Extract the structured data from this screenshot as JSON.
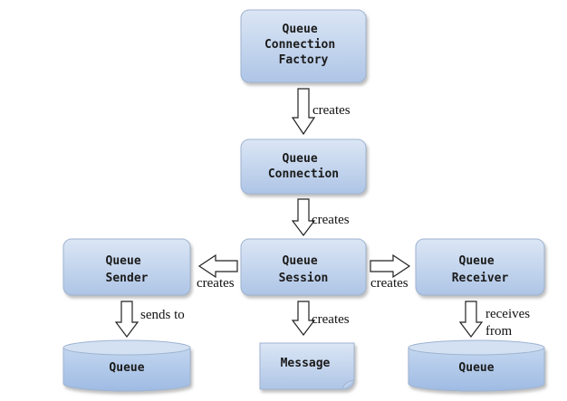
{
  "nodes": {
    "factory": {
      "lines": [
        "Queue",
        "Connection",
        "Factory"
      ]
    },
    "connection": {
      "lines": [
        "Queue",
        "Connection"
      ]
    },
    "session": {
      "lines": [
        "Queue",
        "Session"
      ]
    },
    "sender": {
      "lines": [
        "Queue",
        "Sender"
      ]
    },
    "receiver": {
      "lines": [
        "Queue",
        "Receiver"
      ]
    },
    "queue_left": {
      "lines": [
        "Queue"
      ]
    },
    "message": {
      "lines": [
        "Message"
      ]
    },
    "queue_right": {
      "lines": [
        "Queue"
      ]
    }
  },
  "edges": {
    "factory_to_connection": {
      "label": [
        "creates"
      ]
    },
    "connection_to_session": {
      "label": [
        "creates"
      ]
    },
    "session_to_sender": {
      "label": [
        "creates"
      ]
    },
    "session_to_receiver": {
      "label": [
        "creates"
      ]
    },
    "sender_to_queue": {
      "label": [
        "sends to"
      ]
    },
    "session_to_message": {
      "label": [
        "creates"
      ]
    },
    "receiver_from_queue": {
      "label": [
        "receives",
        "from"
      ]
    }
  },
  "colors": {
    "box_top": "#dbe6f5",
    "box_bottom": "#aec5e6",
    "box_stroke": "#9fb3cf",
    "cyl_top": "#cfdff2",
    "cyl_body": "#a9c3e6",
    "arrow_stroke": "#222222"
  }
}
